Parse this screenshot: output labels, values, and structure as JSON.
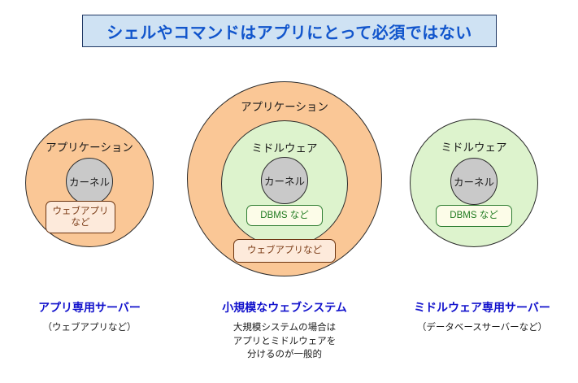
{
  "title": {
    "text": "シェルやコマンドはアプリにとって必須ではない",
    "background_color": "#cfe2f3",
    "border_color": "#1f3864",
    "text_color": "#1155cc"
  },
  "colors": {
    "application_circle": "#fac796",
    "middleware_circle": "#ddf3cd",
    "kernel_circle": "#c9c9c9",
    "web_tag_fill": "#fdeadb",
    "web_tag_border": "#6b3410",
    "dbms_tag_fill": "#fcfce8",
    "dbms_tag_border": "#2e7d32",
    "caption_title": "#1111cc"
  },
  "groups": [
    {
      "id": "app-server",
      "outer_label": "アプリケーション",
      "kernel_label": "カーネル",
      "tags": [
        {
          "id": "web-app",
          "text": "ウェブアプリ\nなど",
          "style": "web"
        }
      ],
      "caption_title": "アプリ専用サーバー",
      "caption_sub": "（ウェブアプリなど）"
    },
    {
      "id": "small-web-system",
      "outer_label": "アプリケーション",
      "middle_label": "ミドルウェア",
      "kernel_label": "カーネル",
      "tags": [
        {
          "id": "dbms",
          "text": "DBMS など",
          "style": "dbms"
        },
        {
          "id": "web-app",
          "text": "ウェブアプリなど",
          "style": "web"
        }
      ],
      "caption_title": "小規模なウェブシステム",
      "caption_sub": "大規模システムの場合は\nアプリとミドルウェアを\n分けるのが一般的"
    },
    {
      "id": "middleware-server",
      "outer_label": "ミドルウェア",
      "kernel_label": "カーネル",
      "tags": [
        {
          "id": "dbms",
          "text": "DBMS など",
          "style": "dbms"
        }
      ],
      "caption_title": "ミドルウェア専用サーバー",
      "caption_sub": "（データベースサーバーなど）"
    }
  ]
}
